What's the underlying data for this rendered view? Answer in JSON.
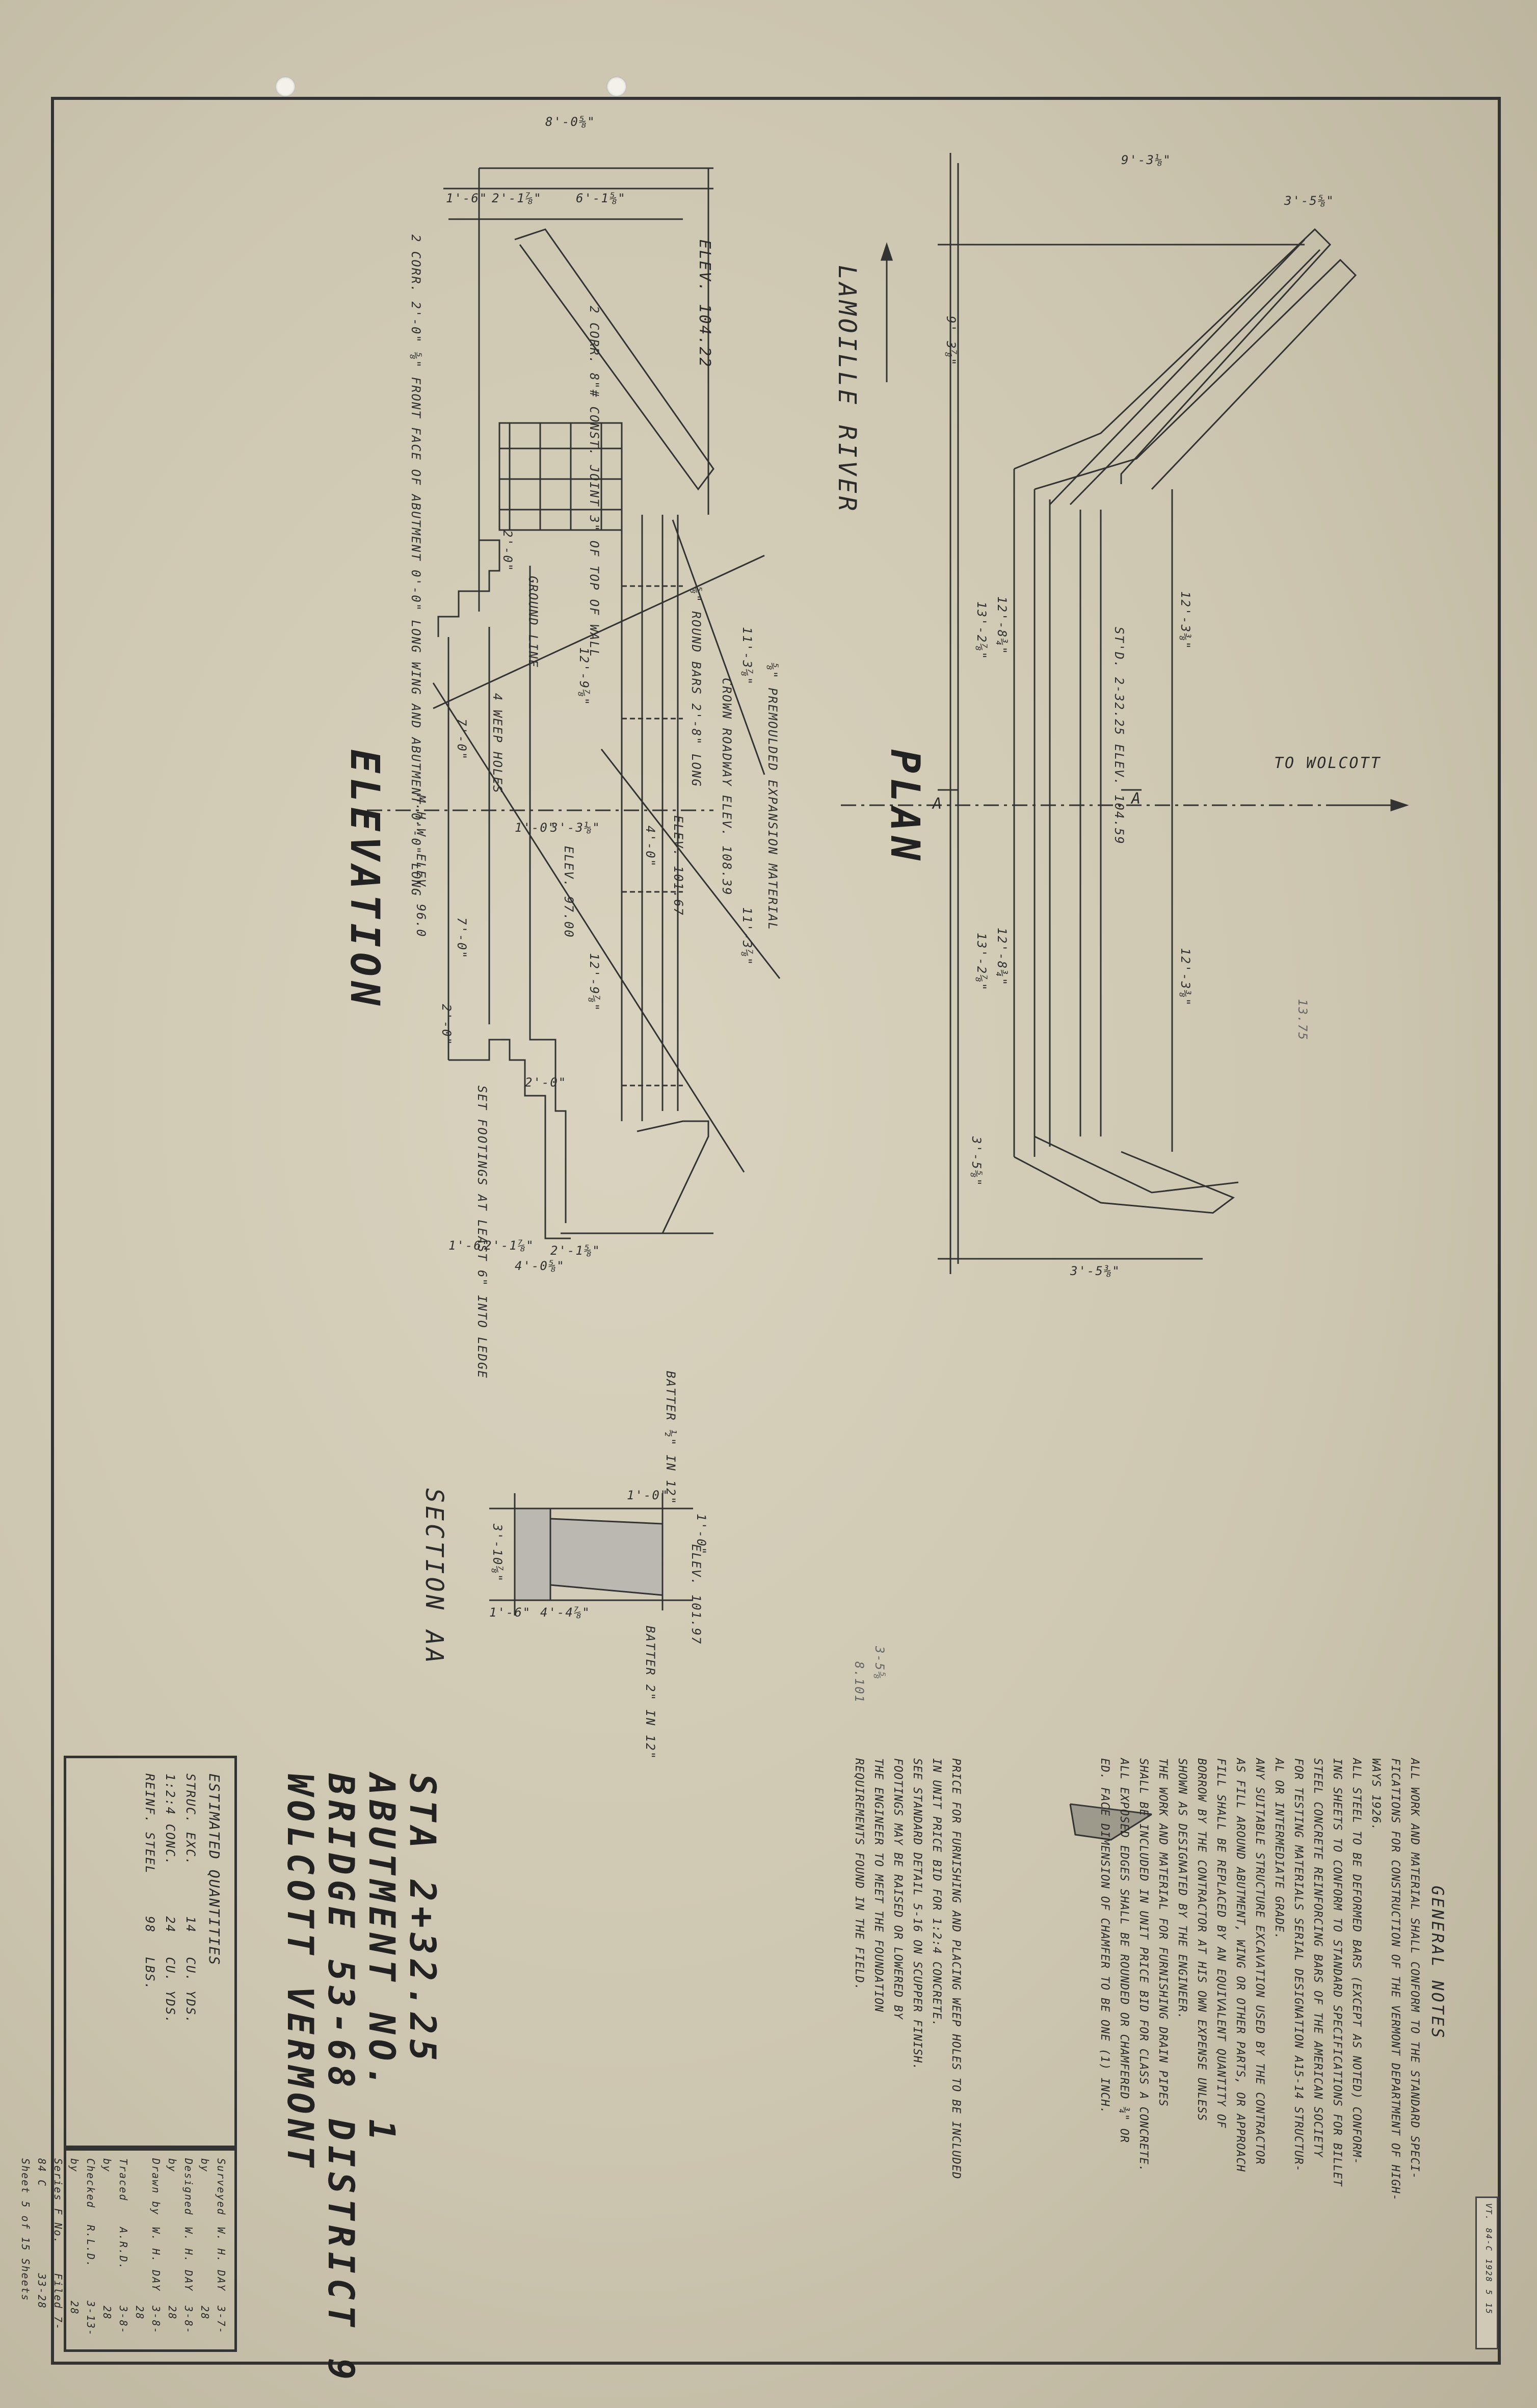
{
  "plan": {
    "title": "PLAN",
    "river_label": "LAMOILLE RIVER",
    "to_label": "TO WOLCOTT",
    "section_marks": [
      "A",
      "A"
    ],
    "dims": [
      "9'-3⅛\"",
      "3'-5⅝\"",
      "9'-3⅞\"",
      "12'-8¾\"",
      "13'-2⅞\"",
      "12'-3⅜\"",
      "12'-8¾\"",
      "13'-2⅞\"",
      "12'-3⅜\"",
      "3'-5⅝\"",
      "3'-5⅜\""
    ],
    "elev_note": "ST'D. 2-32.25 ELEV. 104.59"
  },
  "elevation": {
    "title": "ELEVATION",
    "dims_top": [
      "8'-0⅝\"",
      "1'-6\"",
      "2'-1⅞\"",
      "6'-1⅝\""
    ],
    "dims_bottom": [
      "1'-6\"",
      "2'-1⅞\"",
      "2'-1⅝\"",
      "4'-0⅝\""
    ],
    "labels": [
      "ELEV. 104.22",
      "2 CORR. 8\"# CONST. JOINT 3\" OF TOP OF WALL",
      "⅝\" PREMOULDED EXPANSION MATERIAL",
      "11'-3⅞\"",
      "CROWN ROADWAY ELEV. 108.39",
      "⅝\" ROUND BARS 2'-8\" LONG",
      "2'-0\"",
      "12'-9⅞\"",
      "GROUND LINE",
      "4 WEEP HOLES",
      "7'-0\"",
      "1'-0\"",
      "3'-3⅛\"",
      "ELEV. 97.00",
      "2'-0\"",
      "12'-9⅞\"",
      "7'-0\"",
      "11'-3⅞\"",
      "SET FOOTINGS AT LEAST 6\" INTO LEDGE",
      "M.H.W. ELEV. 96.0",
      "2 CORR. 2'-0\" ⅝\" FRONT FACE OF ABUTMENT 0'-0\" LONG WING AND ABUTMENT 0'-0\" LONG",
      "BATTER ½\" IN 12\""
    ],
    "elev_misc": [
      "ELEV. 101.67",
      "4'-0\"",
      "2'-0\""
    ]
  },
  "section": {
    "title": "SECTION AA",
    "labels": [
      "1'-0\"",
      "3'-10⅞\"",
      "1'-6\"",
      "4'-4⅞\"",
      "ELEV. 101.97",
      "BATTER 2\" IN 12\"",
      "1'-0\""
    ]
  },
  "notes": {
    "title": "GENERAL NOTES",
    "lines": [
      "ALL WORK AND MATERIAL SHALL CONFORM TO THE STANDARD SPECI-",
      "FICATIONS FOR CONSTRUCTION OF THE VERMONT DEPARTMENT OF HIGH-",
      "WAYS 1926.",
      "ALL STEEL TO BE DEFORMED BARS (EXCEPT AS NOTED) CONFORM-",
      "ING SHEETS TO CONFORM TO STANDARD SPECIFICATIONS FOR BILLET",
      "STEEL CONCRETE REINFORCING BARS OF THE AMERICAN SOCIETY",
      "FOR TESTING MATERIALS SERIAL DESIGNATION A15-14 STRUCTUR-",
      "AL OR INTERMEDIATE GRADE.",
      "ANY SUITABLE STRUCTURE EXCAVATION USED BY THE CONTRACTOR",
      "AS FILL AROUND ABUTMENT, WING OR OTHER PARTS, OR APPROACH",
      "FILL SHALL BE REPLACED BY AN EQUIVALENT QUANTITY OF",
      "BORROW BY THE CONTRACTOR AT HIS OWN EXPENSE UNLESS",
      "SHOWN AS DESIGNATED BY THE ENGINEER.",
      "THE WORK AND MATERIAL FOR FURNISHING DRAIN PIPES",
      "SHALL BE INCLUDED IN UNIT PRICE BID FOR CLASS A CONCRETE.",
      "ALL EXPOSED EDGES SHALL BE ROUNDED OR CHAMFERED ¾\" OR",
      "ED. FACE DIMENSION OF CHAMFER TO BE ONE (1) INCH.",
      "",
      "PRICE FOR FURNISHING AND PLACING WEEP HOLES TO BE INCLUDED",
      "IN UNIT PRICE BID FOR 1:2:4 CONCRETE.",
      "SEE STANDARD DETAIL 5-16 ON SCUPPER FINISH.",
      "FOOTINGS MAY BE RAISED OR LOWERED BY",
      "THE ENGINEER TO MEET THE FOUNDATION",
      "REQUIREMENTS FOUND IN THE FIELD."
    ]
  },
  "quantities": {
    "title": "ESTIMATED QUANTITIES",
    "rows": [
      {
        "item": "STRUC. EXC.",
        "qty": "14",
        "unit": "CU. YDS."
      },
      {
        "item": "1:2:4 CONC.",
        "qty": "24",
        "unit": "CU. YDS."
      },
      {
        "item": "REINF. STEEL",
        "qty": "98",
        "unit": "LBS."
      }
    ]
  },
  "title_block": {
    "lines": [
      "STA 2+32.25",
      "ABUTMENT NO. 1",
      "BRIDGE 53-68 DISTRICT 9",
      "WOLCOTT VERMONT"
    ]
  },
  "signoffs": {
    "rows": [
      {
        "label": "Surveyed by",
        "name": "W. H. DAY",
        "date": "3-7-28"
      },
      {
        "label": "Designed by",
        "name": "W. H. DAY",
        "date": "3-8-28"
      },
      {
        "label": "Drawn by",
        "name": "W. H. DAY",
        "date": "3-8-28"
      },
      {
        "label": "Traced by",
        "name": "A.R.D.",
        "date": "3-8-28"
      },
      {
        "label": "Checked by",
        "name": "R.L.D.",
        "date": "3-13-28"
      }
    ],
    "series_line": "Series F  No. 84 C",
    "filed": "Filed 7-33-28",
    "sheet_line": "Sheet 5 of 15 Sheets"
  },
  "ref_box": {
    "cells": [
      "VT.",
      "84-C",
      "1928",
      "5",
      "15"
    ]
  },
  "pencil_marks": [
    "3-5⅝",
    "13.75",
    "8.101"
  ]
}
